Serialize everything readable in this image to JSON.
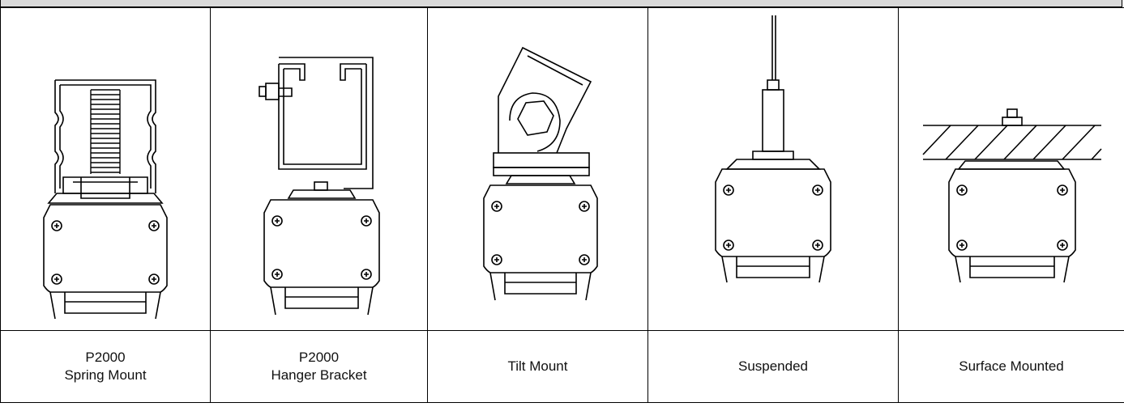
{
  "mounting_options": [
    {
      "id": "spring",
      "title": "P2000",
      "subtitle": "Spring Mount",
      "icon": "spring-mount-drawing"
    },
    {
      "id": "hanger",
      "title": "P2000",
      "subtitle": "Hanger Bracket",
      "icon": "hanger-bracket-drawing"
    },
    {
      "id": "tilt",
      "title": "",
      "subtitle": "Tilt Mount",
      "icon": "tilt-mount-drawing"
    },
    {
      "id": "suspended",
      "title": "",
      "subtitle": "Suspended",
      "icon": "suspended-drawing"
    },
    {
      "id": "surface",
      "title": "",
      "subtitle": "Surface Mounted",
      "icon": "surface-mounted-drawing"
    }
  ]
}
